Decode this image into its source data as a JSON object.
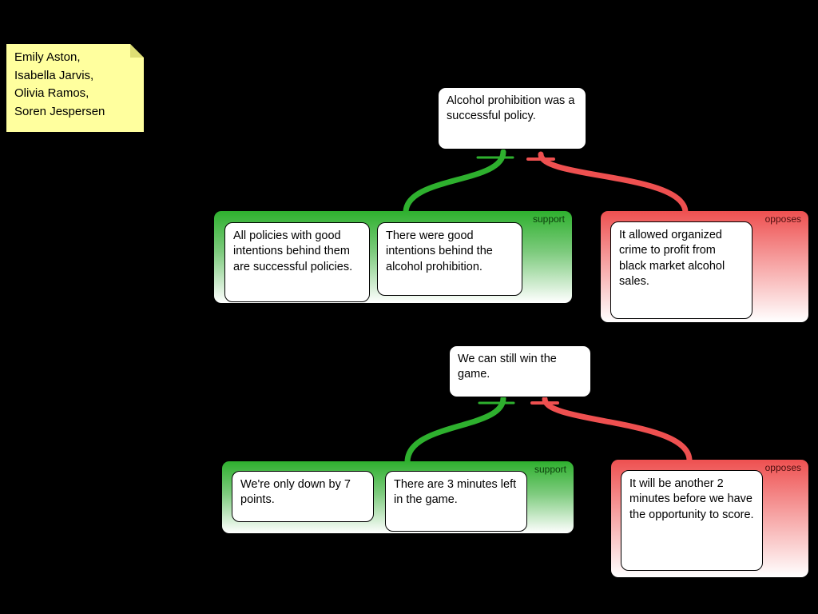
{
  "note": {
    "lines": [
      "Emily Aston,",
      "Isabella Jarvis,",
      "Olivia Ramos,",
      "Soren Jespersen"
    ]
  },
  "maps": [
    {
      "claim": "Alcohol prohibition was a successful policy.",
      "support_label": "support",
      "oppose_label": "opposes",
      "support_premises": [
        "All policies with good intentions behind them are successful policies.",
        "There were good intentions behind the alcohol prohibition."
      ],
      "oppose_premises": [
        "It allowed organized crime to profit from black market alcohol sales."
      ]
    },
    {
      "claim": "We can still win the game.",
      "support_label": "support",
      "oppose_label": "opposes",
      "support_premises": [
        "We're only down by 7 points.",
        "There are 3 minutes left in the game."
      ],
      "oppose_premises": [
        "It will be another 2 minutes before we have the opportunity to score."
      ]
    }
  ],
  "colors": {
    "background": "#000000",
    "support": "#2eb02e",
    "oppose": "#ee5050",
    "note": "#ffff9e"
  }
}
